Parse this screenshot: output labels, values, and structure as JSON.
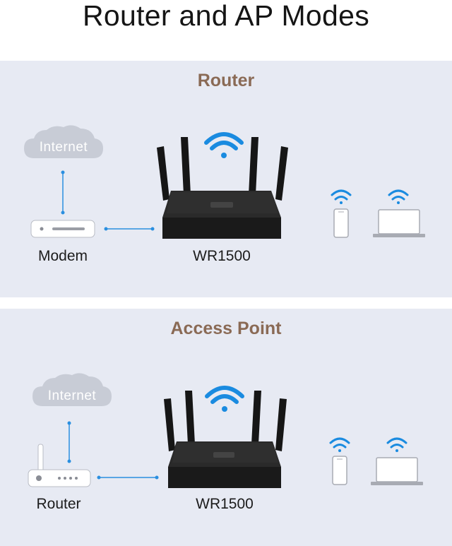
{
  "title": "Router and AP Modes",
  "router_section": {
    "heading": "Router",
    "cloud_label": "Internet",
    "modem_label": "Modem",
    "device_label": "WR1500"
  },
  "ap_section": {
    "heading": "Access Point",
    "cloud_label": "Internet",
    "router_label": "Router",
    "device_label": "WR1500"
  },
  "colors": {
    "panel_bg": "#e7eaf3",
    "heading": "#8a6a55",
    "wifi_blue": "#1a8be0",
    "cloud": "#c8ccd6",
    "line": "#2a8fe0",
    "router_body": "#1a1a1a"
  }
}
